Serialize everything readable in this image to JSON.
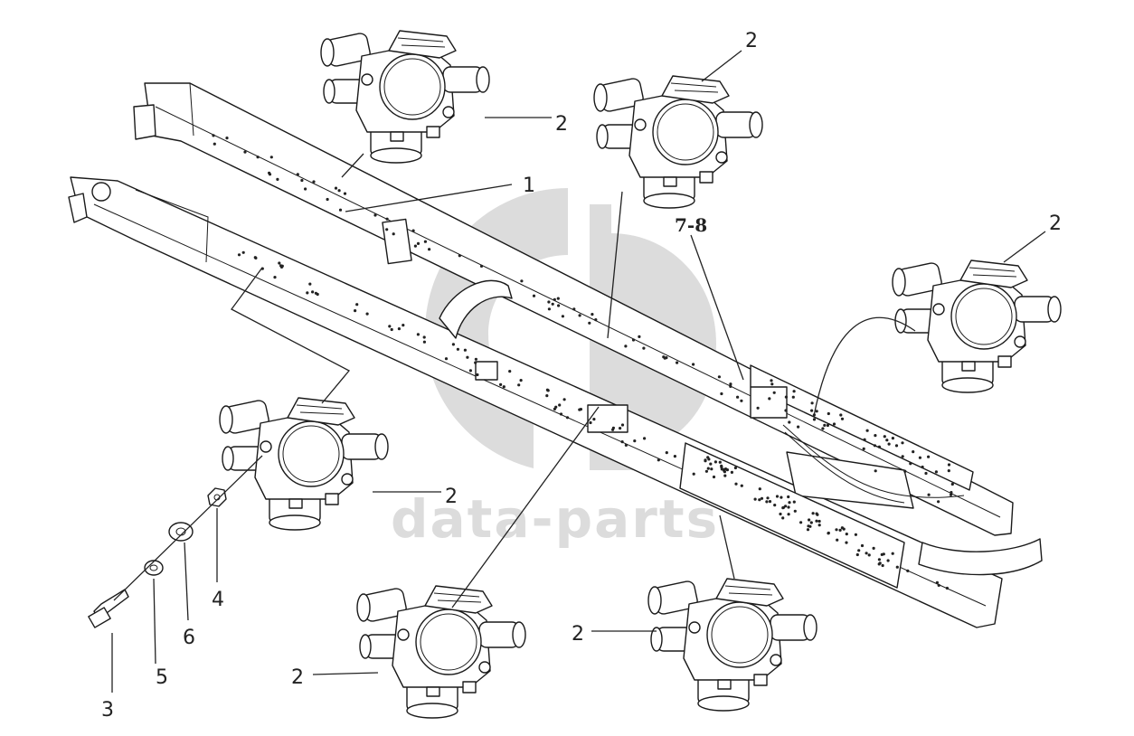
{
  "watermark": {
    "text": "data-parts",
    "color": "#d6d6d6"
  },
  "callouts": {
    "frame_rail": "1",
    "valve": "2",
    "bolt": "3",
    "nut": "4",
    "washer_small": "5",
    "washer_large": "6",
    "bracket_group": "7-8"
  },
  "colors": {
    "line": "#1a1a1a",
    "background": "#ffffff"
  }
}
